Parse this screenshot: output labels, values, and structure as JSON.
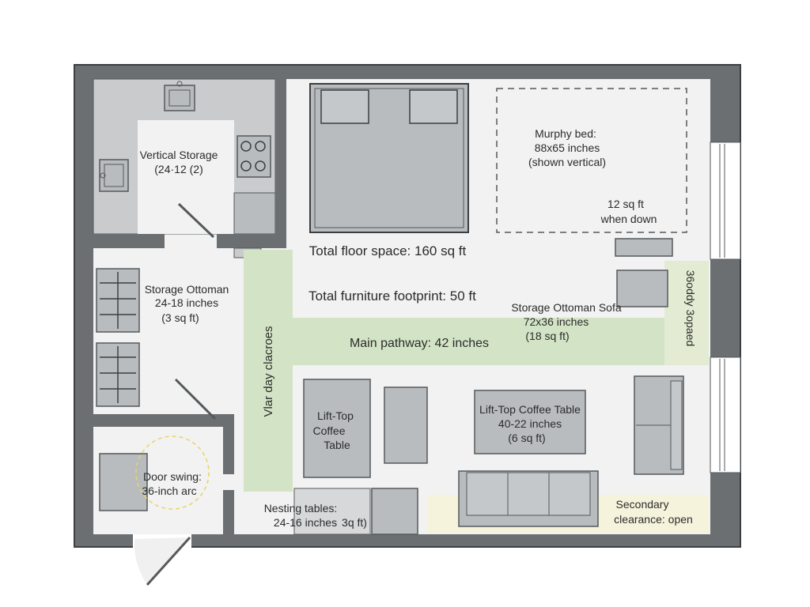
{
  "colors": {
    "wall": "#6b6f72",
    "wall_edge": "#3c3f42",
    "room_floor": "#f1f2f1",
    "kitchen_floor": "#c9cbcc",
    "furniture": "#b9bcbe",
    "furniture_edge": "#55595c",
    "pathway": "#d3e4c6",
    "clearance": "#f6f3dc",
    "door_arc": "#e7d46a"
  },
  "labels": {
    "vertical_storage": [
      "Vertical Storage",
      "(24·12 (2)"
    ],
    "murphy_bed": [
      "Murphy bed:",
      "88x65 inches",
      "(shown vertical)"
    ],
    "murphy_down": [
      "12 sq ft",
      "when down"
    ],
    "total_floor": "Total floor space: 160 sq ft",
    "total_furniture": "Total furniture footprint: 50 ft",
    "storage_ottoman": [
      "Storage Ottoman",
      "24-18 inches",
      "(3 sq ft)"
    ],
    "ottoman_sofa": [
      "Storage Ottoman Sofa",
      "72x36 inches",
      "(18 sq ft)"
    ],
    "main_pathway": "Main pathway: 42 inches",
    "vertical_clearance": "Vlar day clacroes",
    "side_clearance": "36oddy 3opaed",
    "lift_top_left": [
      "Lift-Top",
      "Coffee",
      "Table"
    ],
    "lift_top_center": [
      "Lift-Top Coffee Table",
      "40-22 inches",
      "(6 sq ft)"
    ],
    "door_swing": [
      "Door swing:",
      "36-inch arc"
    ],
    "nesting_tables": [
      "Nesting tables:",
      "24-16 inches",
      "3q ft)"
    ],
    "secondary_clearance": [
      "Secondary",
      "clearance: open"
    ]
  }
}
